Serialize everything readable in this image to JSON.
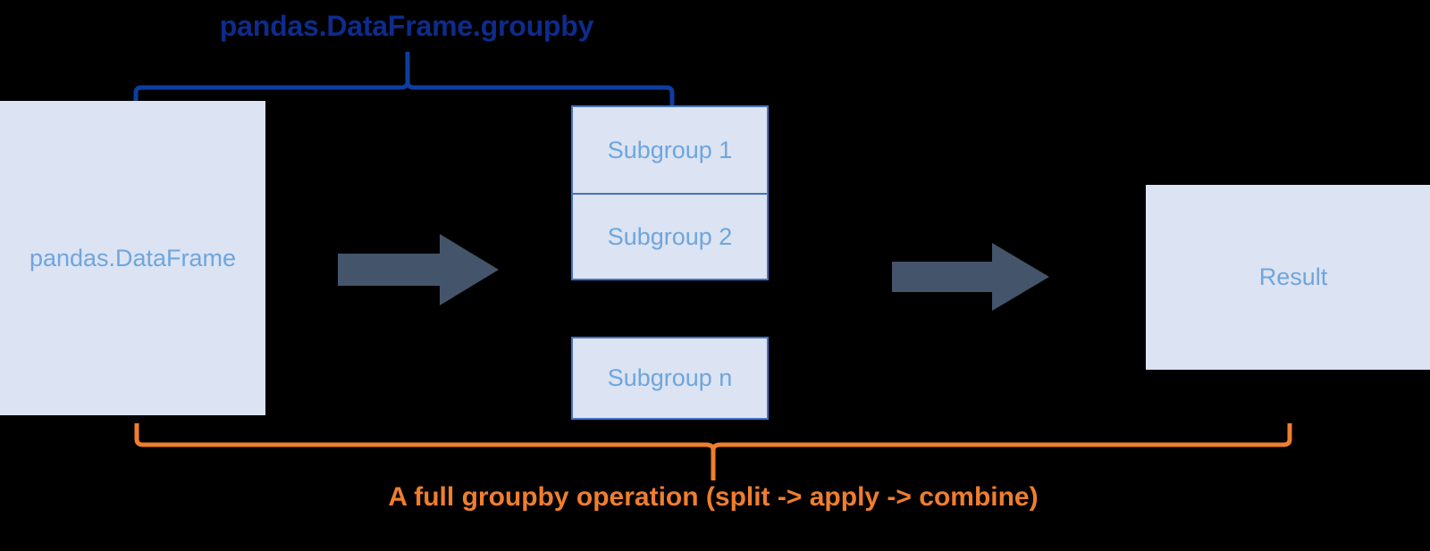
{
  "diagram": {
    "title": "pandas.DataFrame.groupby",
    "caption": "A full groupby operation (split -> apply -> combine)",
    "colors": {
      "background": "#000000",
      "box_fill": "#dce3f2",
      "box_border": "#4472c4",
      "box_text": "#6ea6dd",
      "title_text": "#0d2c8c",
      "caption_text": "#ef7e2e",
      "arrow_fill": "#44546a",
      "bracket_blue": "#0f3d9e",
      "bracket_orange": "#ef7e2e"
    },
    "nodes": {
      "source": {
        "label": "pandas.DataFrame"
      },
      "subgroup_1": {
        "label": "Subgroup 1"
      },
      "subgroup_2": {
        "label": "Subgroup 2"
      },
      "subgroup_n": {
        "label": "Subgroup n"
      },
      "result": {
        "label": "Result"
      }
    },
    "arrows": [
      {
        "name": "split-arrow",
        "direction": "right"
      },
      {
        "name": "apply-combine-arrow",
        "direction": "right"
      }
    ],
    "brackets": [
      {
        "name": "groupby-bracket",
        "color": "#0f3d9e",
        "label": "pandas.DataFrame.groupby",
        "position": "top"
      },
      {
        "name": "full-operation-bracket",
        "color": "#ef7e2e",
        "label": "A full groupby operation (split -> apply -> combine)",
        "position": "bottom"
      }
    ]
  }
}
